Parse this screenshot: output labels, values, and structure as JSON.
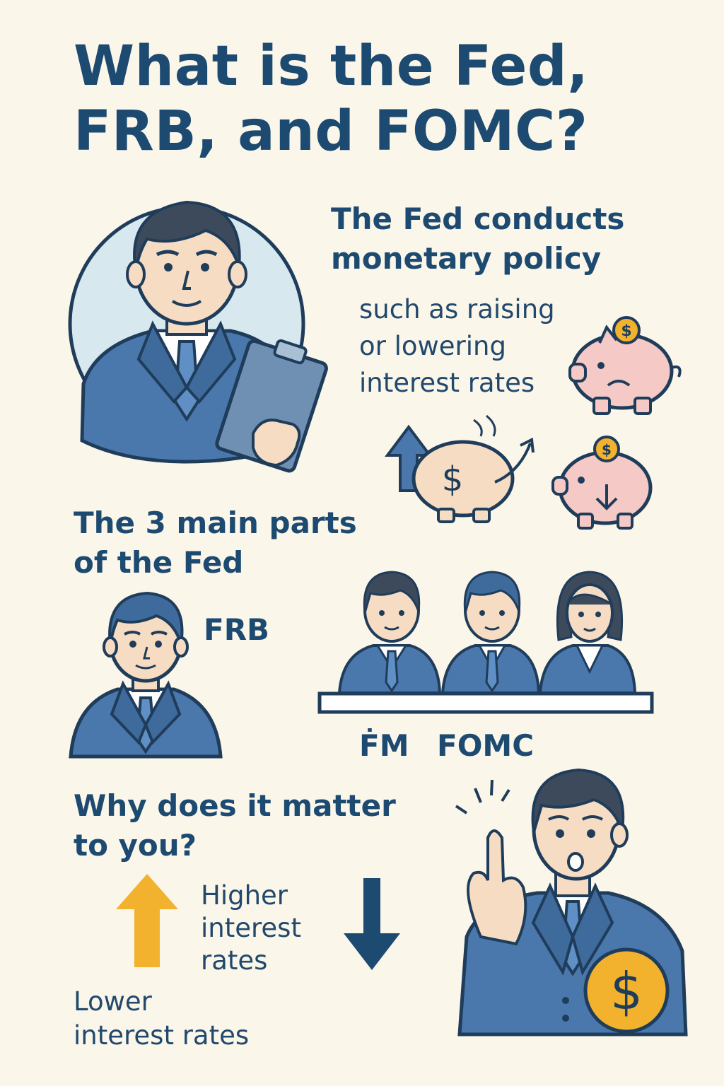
{
  "title": {
    "line1": "What is the Fed,",
    "line2": "FRB, and FOMC?"
  },
  "policy": {
    "heading_line1": "The Fed conducts",
    "heading_line2": "monetary policy",
    "detail_line1": "such as raising",
    "detail_line2": "or lowering",
    "detail_line3": "interest rates"
  },
  "parts": {
    "heading_line1": "The 3 main parts",
    "heading_line2": "of the Fed",
    "frb_label": "FRB",
    "fm_label": "ḞM",
    "fomc_label": "FOMC"
  },
  "matter": {
    "heading_line1": "Why does it matter",
    "heading_line2": "to you?",
    "higher_line1": "Higher",
    "higher_line2": "interest",
    "higher_line3": "rates",
    "lower_line1": "Lower",
    "lower_line2": "interest rates"
  },
  "icons": {
    "coin_symbol": "$",
    "bank_symbol": "$",
    "gold_coin_symbol": "$"
  },
  "colors": {
    "navy": "#1d4a70",
    "suit_blue": "#4a78ad",
    "skin": "#f6dcc3",
    "piggy_pink": "#f5c9c5",
    "gold": "#f2b22e",
    "background": "#fbf6ea"
  }
}
